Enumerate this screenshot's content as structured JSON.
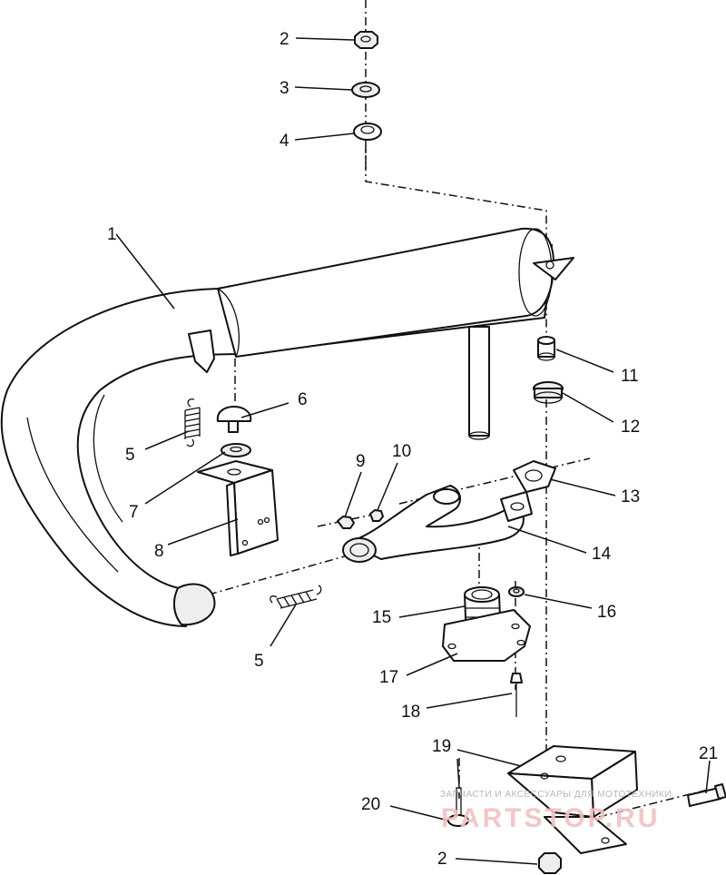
{
  "diagram": {
    "type": "exploded-parts-diagram",
    "callouts": {
      "c1": "1",
      "c2a": "2",
      "c3": "3",
      "c4": "4",
      "c5a": "5",
      "c6": "6",
      "c7": "7",
      "c8": "8",
      "c9": "9",
      "c10": "10",
      "c11": "11",
      "c12": "12",
      "c13": "13",
      "c14": "14",
      "c5b": "5",
      "c15": "15",
      "c16": "16",
      "c17": "17",
      "c18": "18",
      "c19": "19",
      "c20": "20",
      "c21": "21",
      "c2b": "2"
    }
  },
  "watermark": {
    "tagline": "ЗАПЧАСТИ И АКСЕССУАРЫ ДЛЯ МОТОТЕХНИКИ",
    "brand": "PARTSTOP.RU"
  }
}
